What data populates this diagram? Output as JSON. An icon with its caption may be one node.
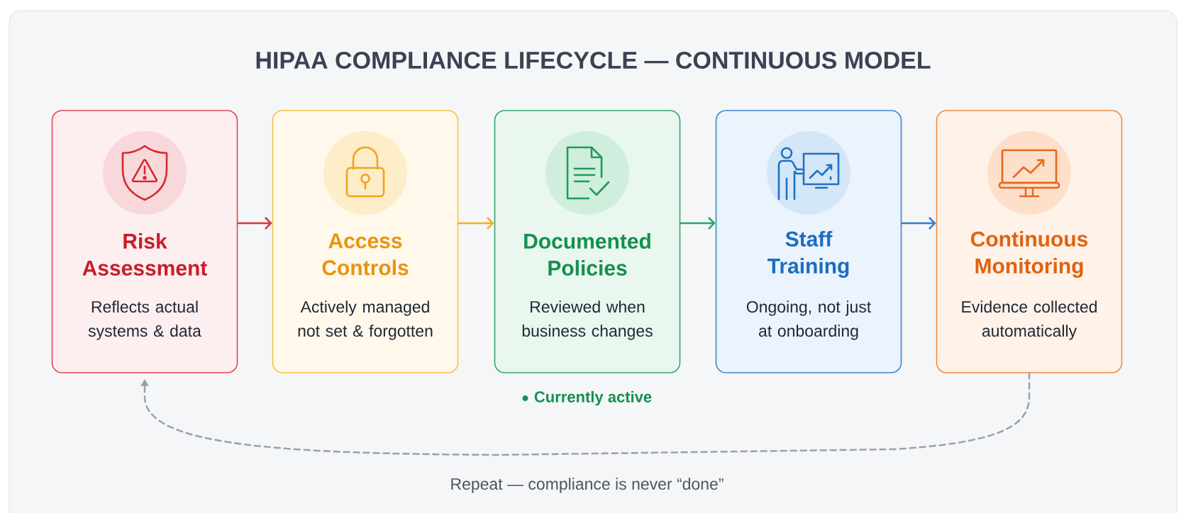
{
  "diagram": {
    "title": "HIPAA COMPLIANCE LIFECYCLE — CONTINUOUS MODEL",
    "nodes": [
      {
        "text": [
          "Risk Assessment",
          "Reflects actual systems & data"
        ]
      },
      {
        "text": [
          "Access Controls",
          "Actively managed not set & forgotten"
        ]
      },
      {
        "text": [
          "Documented Policies",
          "Reviewed when business changes"
        ],
        "beside": [
          "Currently active"
        ]
      },
      {
        "text": [
          "Staff Training",
          "Ongoing, not just at onboarding"
        ]
      },
      {
        "text": [
          "Continuous Monitoring",
          "Evidence collected automatically"
        ]
      }
    ],
    "edges": [
      {
        "from": 0,
        "to": 1,
        "arrow": "to",
        "color": "#d9363e"
      },
      {
        "from": 1,
        "to": 2,
        "arrow": "to",
        "color": "#f2b124"
      },
      {
        "from": 2,
        "to": 3,
        "arrow": "to",
        "color": "#27a768"
      },
      {
        "from": 3,
        "to": 4,
        "arrow": "to",
        "color": "#2f80d0"
      },
      {
        "from": 4,
        "to": 0,
        "arrow": "to",
        "style": "dashed",
        "color": "#9aa1ab",
        "label": "Repeat — compliance is never “done”"
      }
    ]
  }
}
